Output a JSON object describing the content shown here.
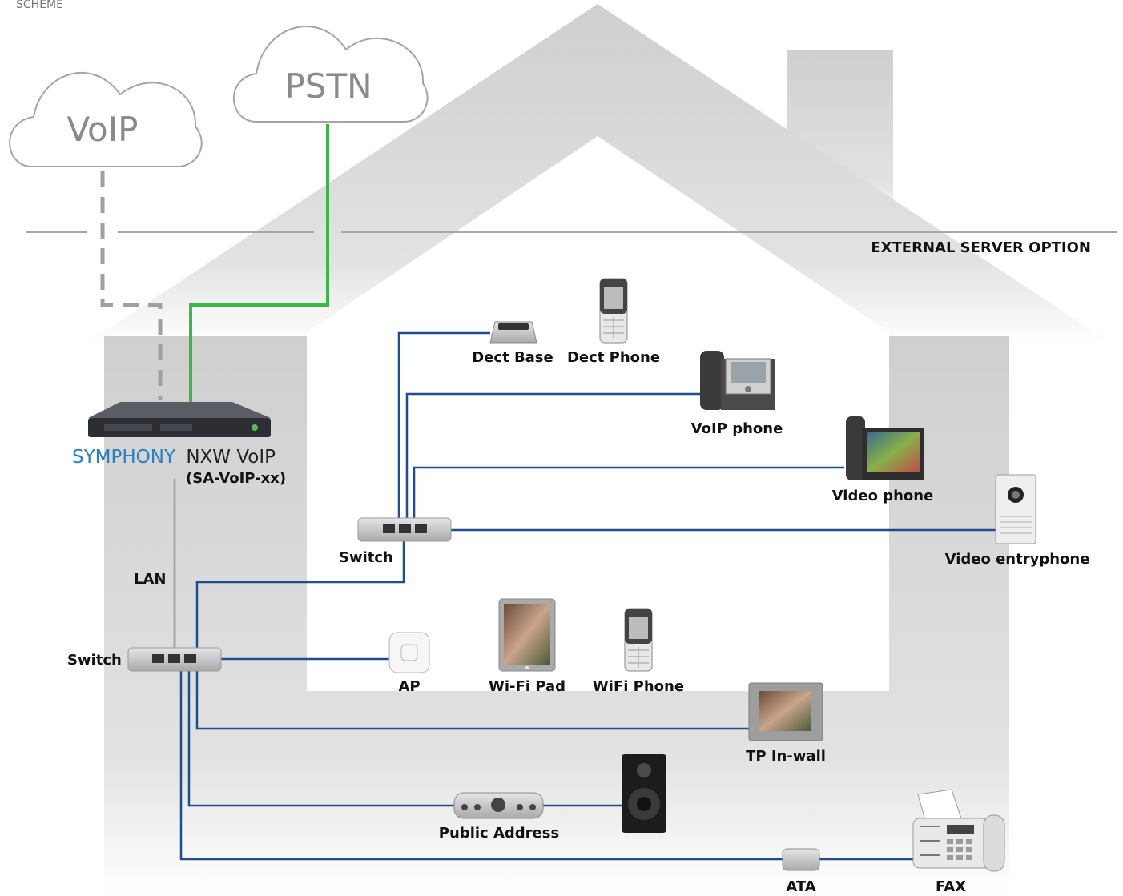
{
  "header": {
    "scheme_label": "SCHEME"
  },
  "clouds": {
    "voip": "VoIP",
    "pstn": "PSTN"
  },
  "external_server_option": "EXTERNAL SERVER OPTION",
  "server": {
    "brand": "SYMPHONY",
    "name": "NXW VoIP",
    "model": "(SA-VoIP-xx)"
  },
  "labels": {
    "lan": "LAN",
    "switch_main": "Switch",
    "switch_upper": "Switch",
    "dect_base": "Dect Base",
    "dect_phone": "Dect Phone",
    "voip_phone": "VoIP phone",
    "video_phone": "Video phone",
    "video_entryphone": "Video entryphone",
    "ap": "AP",
    "wifi_pad": "Wi-Fi Pad",
    "wifi_phone": "WiFi Phone",
    "tp_inwall": "TP In-wall",
    "public_address": "Public Address",
    "ata": "ATA",
    "fax": "FAX"
  },
  "colors": {
    "house": "#d4d4d4",
    "house_inner": "#ffffff",
    "blue_line": "#1f4e8c",
    "green_line": "#3cb54a",
    "gray_line": "#a8a8a8",
    "brand_blue": "#2a7fc1"
  }
}
